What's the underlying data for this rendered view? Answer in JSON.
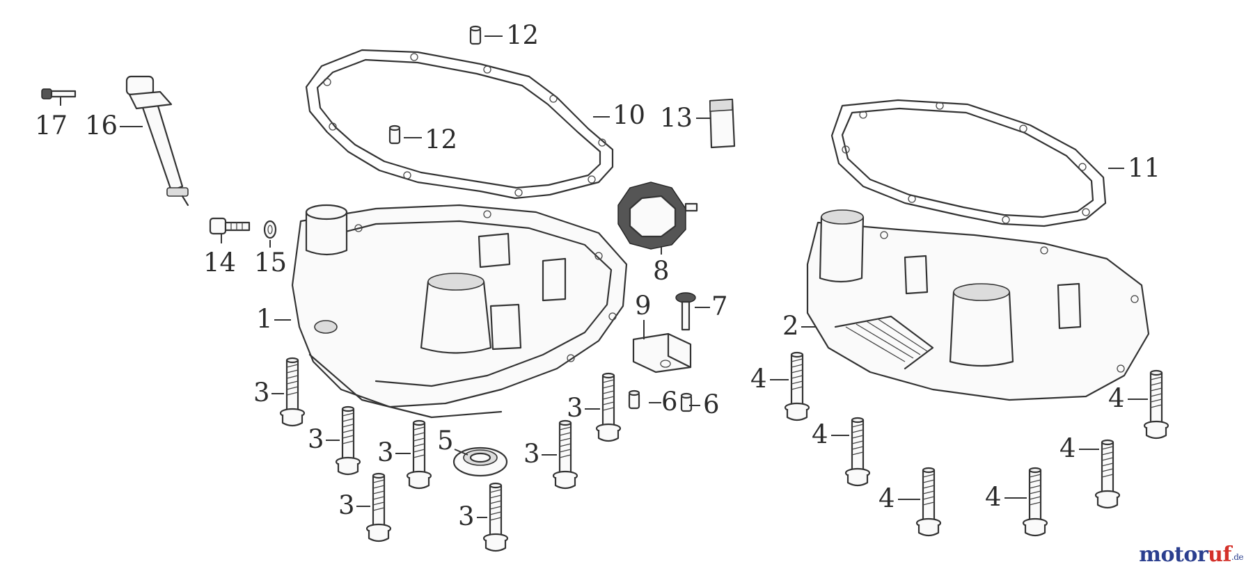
{
  "callouts": {
    "c1": "1",
    "c2": "2",
    "c3": "3",
    "c4": "4",
    "c5": "5",
    "c6": "6",
    "c7": "7",
    "c8": "8",
    "c9": "9",
    "c10": "10",
    "c11": "11",
    "c12": "12",
    "c13": "13",
    "c14": "14",
    "c15": "15",
    "c16": "16",
    "c17": "17"
  },
  "watermark": {
    "part1": "motor",
    "part2": "uf",
    "part3": ".de"
  },
  "colors": {
    "line": "#333333",
    "watermark_blue": "#2b3f8f",
    "watermark_red": "#d4312a"
  }
}
